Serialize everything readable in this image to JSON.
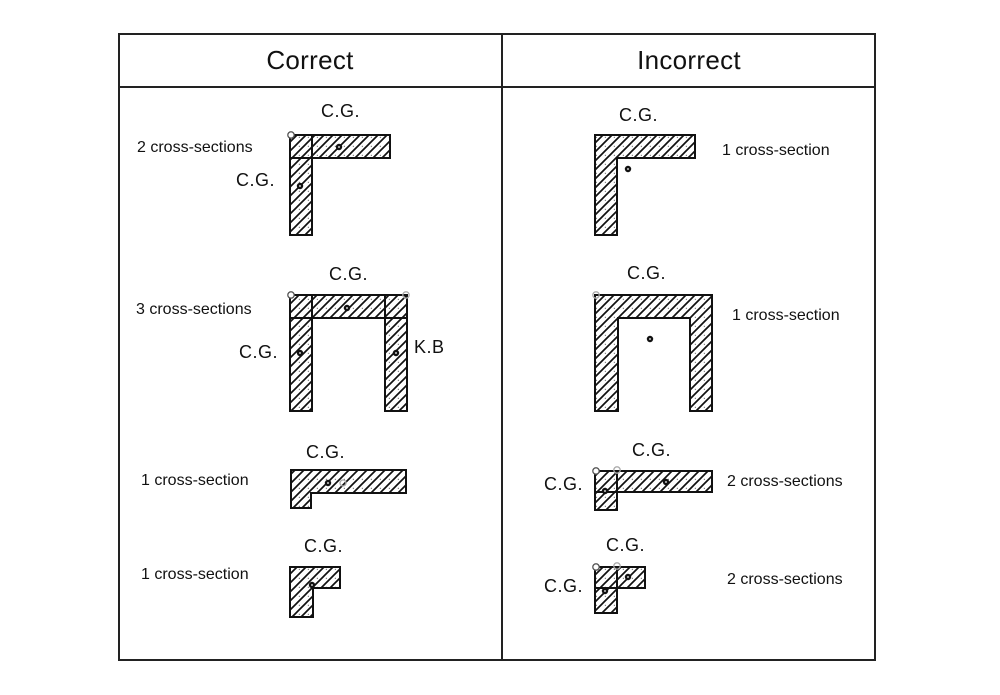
{
  "header": {
    "correct": "Correct",
    "incorrect": "Incorrect"
  },
  "rows": [
    {
      "correct": {
        "count": "2 cross-sections",
        "cg_top": "C.G.",
        "cg_side": "C.G."
      },
      "incorrect": {
        "count": "1 cross-section",
        "cg_top": "C.G."
      }
    },
    {
      "correct": {
        "count": "3 cross-sections",
        "cg_top": "C.G.",
        "cg_side": "C.G.",
        "kb": "K.B"
      },
      "incorrect": {
        "count": "1 cross-section",
        "cg_top": "C.G."
      }
    },
    {
      "correct": {
        "count": "1 cross-section",
        "cg_top": "C.G."
      },
      "incorrect": {
        "count": "2 cross-sections",
        "cg_top": "C.G.",
        "cg_side": "C.G."
      }
    },
    {
      "correct": {
        "count": "1 cross-section",
        "cg_top": "C.G."
      },
      "incorrect": {
        "count": "2 cross-sections",
        "cg_top": "C.G.",
        "cg_side": "C.G."
      }
    }
  ],
  "colors": {
    "line": "#111111",
    "background": "#ffffff",
    "corner_node": "#555555",
    "corner_node_light": "#aaaaaa"
  }
}
